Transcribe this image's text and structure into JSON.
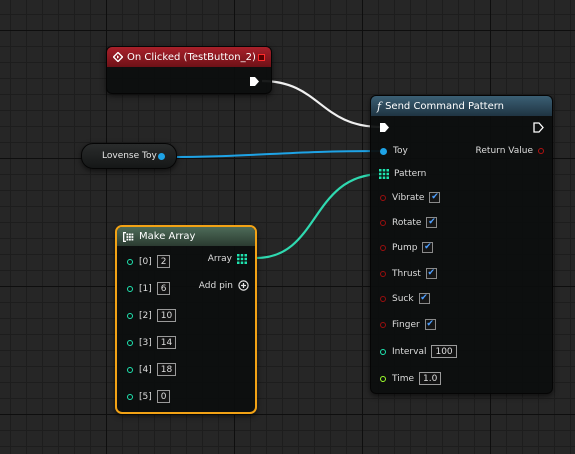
{
  "colors": {
    "exec": "#ffffff",
    "object": "#1ea3e6",
    "int": "#1fe5b0",
    "bool": "#9a0f0f",
    "float": "#9dff2c",
    "event_header": "#a8202a",
    "function_header": "#2e4c5e",
    "selection": "#f2a215"
  },
  "event_node": {
    "icon": "event-diamond-icon",
    "title": "On Clicked (TestButton_2)"
  },
  "variable_node": {
    "label": "Lovense Toy"
  },
  "function_node": {
    "icon": "function-f-icon",
    "title": "Send Command Pattern",
    "toy_label": "Toy",
    "return_label": "Return Value",
    "pattern_label": "Pattern",
    "bool_inputs": [
      {
        "label": "Vibrate",
        "checked": true
      },
      {
        "label": "Rotate",
        "checked": true
      },
      {
        "label": "Pump",
        "checked": true
      },
      {
        "label": "Thrust",
        "checked": true
      },
      {
        "label": "Suck",
        "checked": true
      },
      {
        "label": "Finger",
        "checked": true
      }
    ],
    "interval_label": "Interval",
    "interval_value": "100",
    "time_label": "Time",
    "time_value": "1.0"
  },
  "make_array_node": {
    "icon": "array-grid-icon",
    "title": "Make Array",
    "output_label": "Array",
    "add_pin_label": "Add pin",
    "items": [
      {
        "label": "[0]",
        "value": "2"
      },
      {
        "label": "[1]",
        "value": "6"
      },
      {
        "label": "[2]",
        "value": "10"
      },
      {
        "label": "[3]",
        "value": "14"
      },
      {
        "label": "[4]",
        "value": "18"
      },
      {
        "label": "[5]",
        "value": "0"
      }
    ]
  }
}
